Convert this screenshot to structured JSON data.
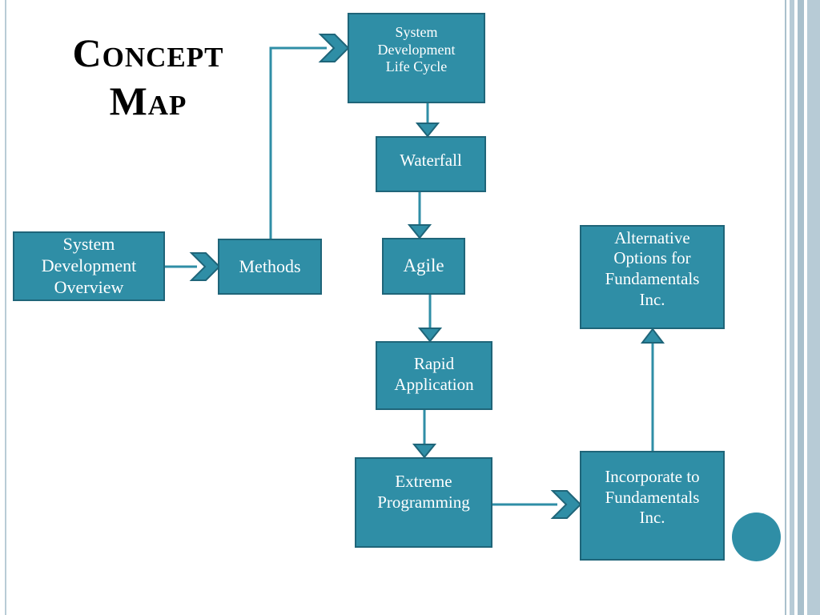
{
  "title": {
    "line1": "Concept",
    "line2": "Map"
  },
  "nodes": {
    "sdlc": "System\nDevelopment\nLife Cycle",
    "waterfall": "Waterfall",
    "overview": "System\nDevelopment\nOverview",
    "methods": "Methods",
    "agile": "Agile",
    "rapid": "Rapid\nApplication",
    "extreme": "Extreme\nProgramming",
    "alternative": "Alternative\nOptions for\nFundamentals\nInc.",
    "incorporate": "Incorporate to\nFundamentals\nInc."
  },
  "colors": {
    "box_fill": "#2f8ea6",
    "box_border": "#1f6579",
    "text": "#ffffff"
  }
}
